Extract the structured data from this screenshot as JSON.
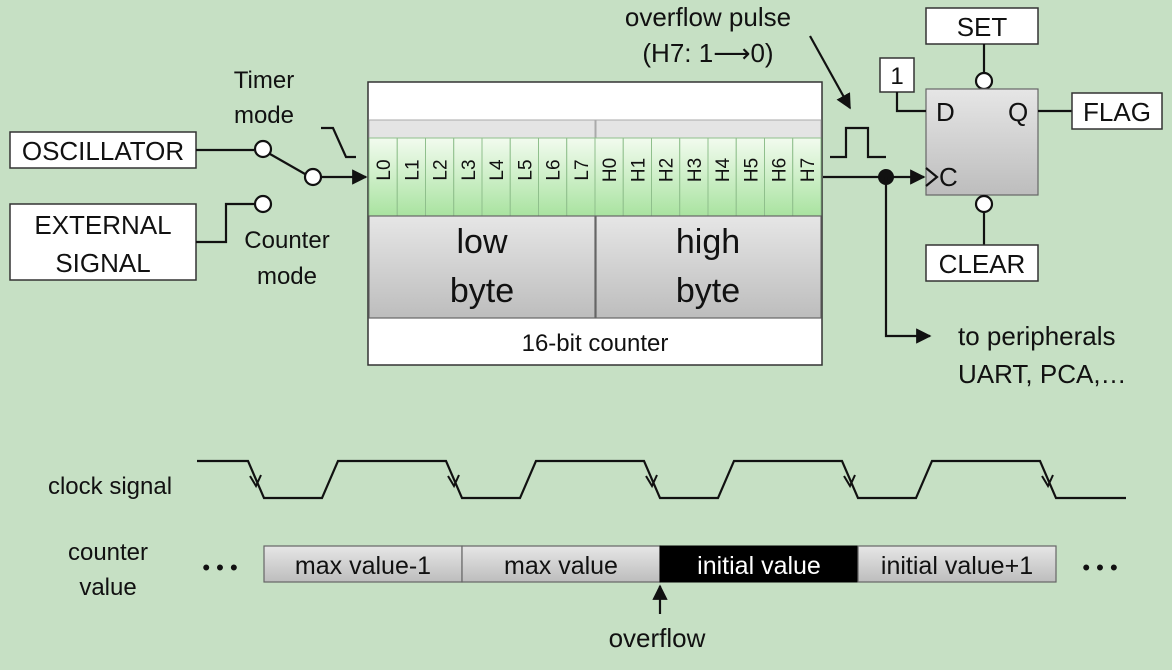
{
  "inputs": {
    "oscillator": "OSCILLATOR",
    "external_line1": "EXTERNAL",
    "external_line2": "SIGNAL"
  },
  "switch_labels": {
    "timer_line1": "Timer",
    "timer_line2": "mode",
    "counter_line1": "Counter",
    "counter_line2": "mode"
  },
  "counter": {
    "bits": [
      "L0",
      "L1",
      "L2",
      "L3",
      "L4",
      "L5",
      "L6",
      "L7",
      "H0",
      "H1",
      "H2",
      "H3",
      "H4",
      "H5",
      "H6",
      "H7"
    ],
    "low_line1": "low",
    "low_line2": "byte",
    "high_line1": "high",
    "high_line2": "byte",
    "caption": "16-bit counter"
  },
  "overflow_pulse": {
    "line1": "overflow pulse",
    "line2": "(H7: 1⟶0)"
  },
  "flipflop": {
    "set": "SET",
    "clear": "CLEAR",
    "d_input_value": "1",
    "d": "D",
    "q": "Q",
    "c": "C",
    "flag": "FLAG"
  },
  "peripherals": {
    "line1": "to peripherals",
    "line2": "UART, PCA,…"
  },
  "timing": {
    "clock_label": "clock signal",
    "counter_label_line1": "counter",
    "counter_label_line2": "value",
    "ellipsis": "• • •",
    "segments": [
      "max value-1",
      "max value",
      "initial value",
      "initial value+1"
    ],
    "overflow_label": "overflow"
  }
}
